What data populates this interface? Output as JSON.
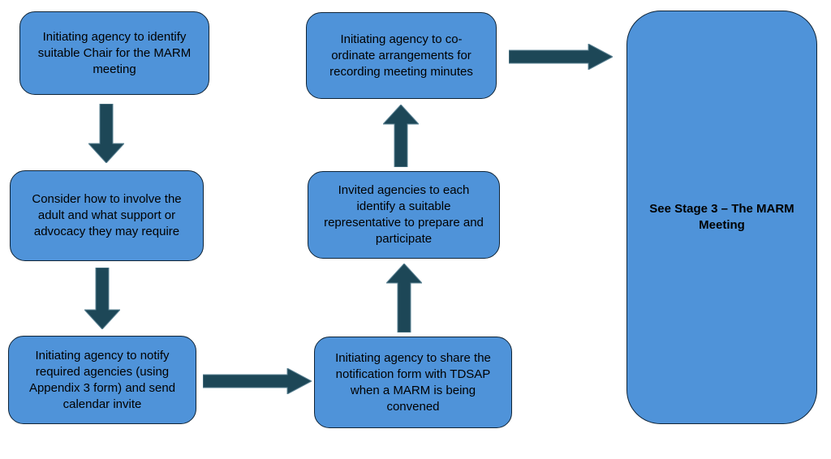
{
  "diagram": {
    "type": "flowchart",
    "boxes": [
      {
        "id": "identify-chair",
        "text": "Initiating agency to identify suitable Chair for the MARM meeting"
      },
      {
        "id": "involve-adult",
        "text": "Consider how to involve the adult and what support or advocacy they may require"
      },
      {
        "id": "notify-agencies",
        "text": "Initiating agency to notify required agencies (using Appendix 3 form) and send calendar invite"
      },
      {
        "id": "share-notification",
        "text": "Initiating agency to share the notification form with TDSAP when a MARM is being convened"
      },
      {
        "id": "identify-representative",
        "text": "Invited agencies to each identify a suitable representative to prepare and participate"
      },
      {
        "id": "coordinate-minutes",
        "text": "Initiating agency to co-ordinate arrangements for recording meeting minutes"
      },
      {
        "id": "stage3-marm-meeting",
        "text": "See Stage 3 – The MARM Meeting",
        "bold": true
      }
    ],
    "arrows": [
      {
        "id": "a1",
        "direction": "down",
        "from": "identify-chair",
        "to": "involve-adult"
      },
      {
        "id": "a2",
        "direction": "down",
        "from": "involve-adult",
        "to": "notify-agencies"
      },
      {
        "id": "a3",
        "direction": "right",
        "from": "notify-agencies",
        "to": "share-notification"
      },
      {
        "id": "a4",
        "direction": "up",
        "from": "share-notification",
        "to": "identify-representative"
      },
      {
        "id": "a5",
        "direction": "up",
        "from": "identify-representative",
        "to": "coordinate-minutes"
      },
      {
        "id": "a6",
        "direction": "right",
        "from": "coordinate-minutes",
        "to": "stage3-marm-meeting"
      }
    ],
    "colors": {
      "box_fill": "#4F93D9",
      "box_border": "#0F2437",
      "arrow_fill": "#1D4757",
      "arrow_stroke": "#5E8495",
      "text": "#000000",
      "background": "#FFFFFF"
    }
  }
}
